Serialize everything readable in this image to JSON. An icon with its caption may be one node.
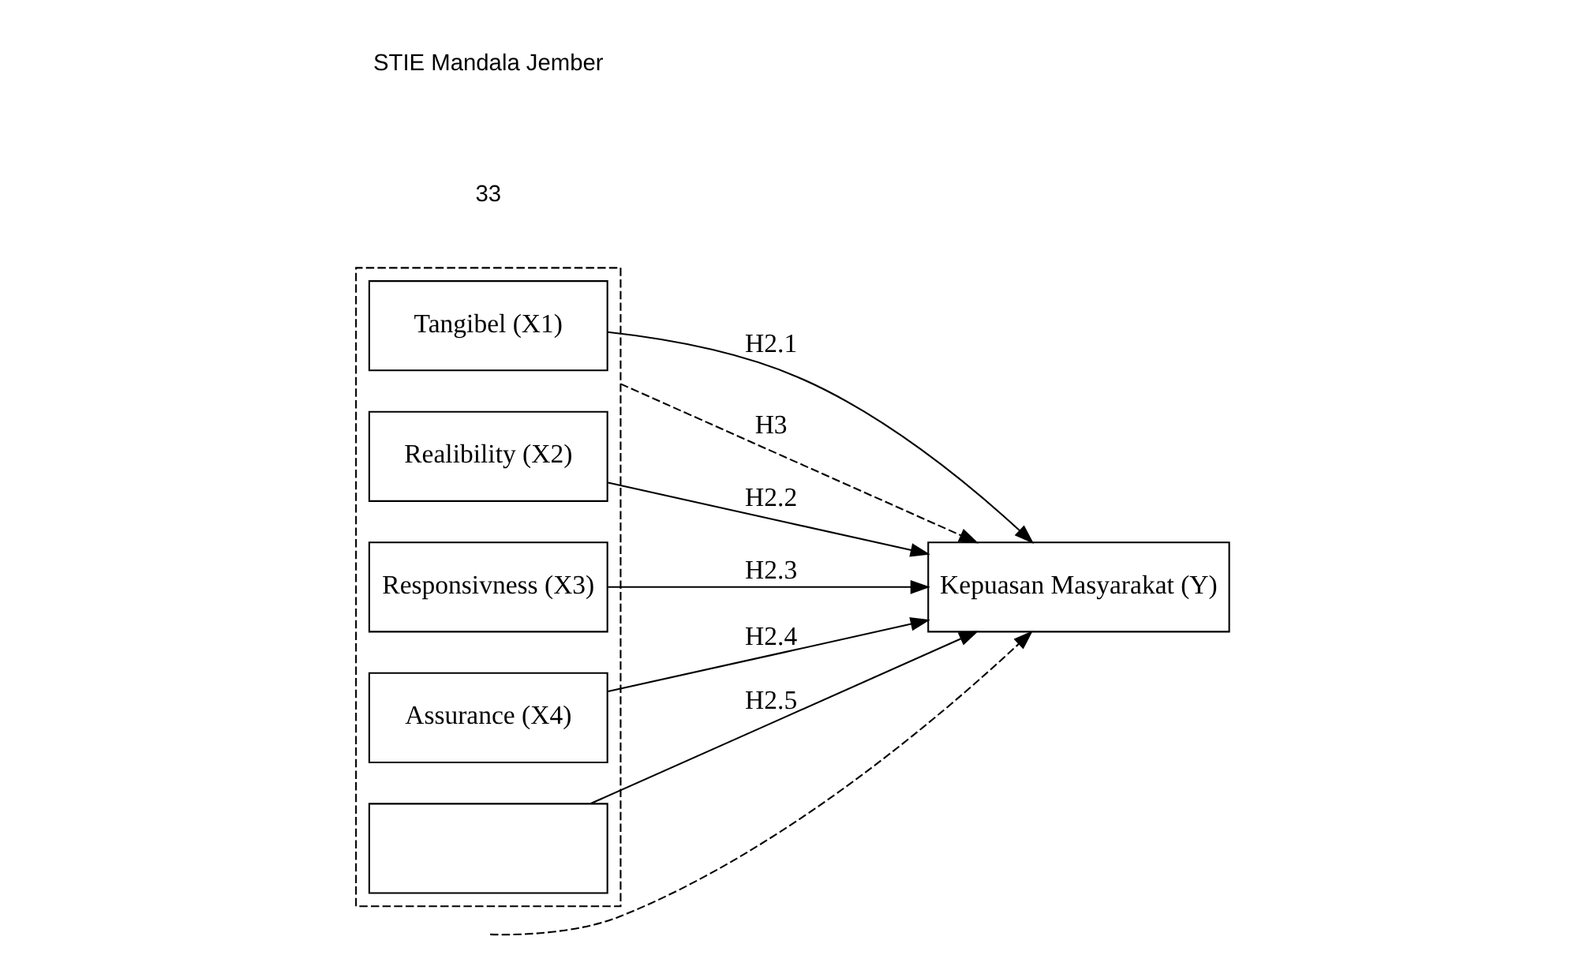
{
  "diagram": {
    "nodes": [
      {
        "text": [],
        "shape": "box"
      },
      {
        "text": [
          "Tangibel (X1)"
        ],
        "in": 0
      },
      {
        "text": [
          "Realibility (X2)"
        ],
        "in": 0
      },
      {
        "text": [
          "Responsivness (X3)"
        ],
        "in": 0
      },
      {
        "text": [
          "Assurance (X4)"
        ],
        "in": 0
      },
      {
        "text": [],
        "shape": "box",
        "in": 0
      },
      {
        "text": [
          "Kepuasan Masyarakat (Y)"
        ]
      }
    ],
    "edges": [
      {
        "from": 1,
        "to": 6,
        "arrow": "to",
        "label": "H2.1"
      },
      {
        "from": 2,
        "to": 6,
        "arrow": "to",
        "label": "H2.2"
      },
      {
        "from": 3,
        "to": 6,
        "arrow": "to",
        "label": "H2.3"
      },
      {
        "from": 4,
        "to": 6,
        "arrow": "to",
        "label": "H2.4"
      },
      {
        "from": 5,
        "to": 6,
        "arrow": "to",
        "label": "H2.5"
      },
      {
        "from": 0,
        "to": 6,
        "arrow": "to",
        "label": "H3",
        "style": "dashed"
      },
      {
        "from": null,
        "to": 6,
        "arrow": "to",
        "style": "dashed"
      }
    ],
    "labels": [
      "33",
      "STIE Mandala Jember"
    ]
  }
}
